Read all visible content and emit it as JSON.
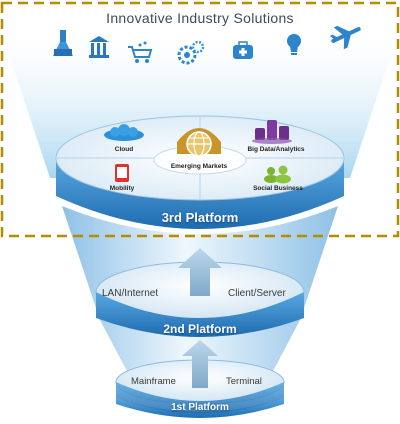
{
  "title": "Innovative Industry Solutions",
  "industry_icons": [
    "flask-icon",
    "bank-icon",
    "shopping-cart-icon",
    "gears-icon",
    "medical-kit-icon",
    "lightbulb-icon",
    "airplane-icon"
  ],
  "platform3": {
    "prefix": "3rd",
    "suffix": "Platform",
    "segments": {
      "cloud": "Cloud",
      "big_data": "Big Data/Analytics",
      "mobility": "Mobility",
      "social": "Social Business",
      "center": "Emerging Markets"
    }
  },
  "platform2": {
    "prefix": "2nd",
    "suffix": "Platform",
    "left": "LAN/Internet",
    "right": "Client/Server"
  },
  "platform1": {
    "prefix": "1st",
    "suffix": "Platform",
    "left": "Mainframe",
    "right": "Terminal"
  },
  "colors": {
    "frame_dash": "#b58b00",
    "disc_blue": "#3f8fcf",
    "cloud_blue": "#2d8fd8",
    "big_data_purple": "#6b2f8e",
    "social_green": "#7ab52c",
    "mobility_red": "#e0322b",
    "globe_gold": "#c9952a"
  }
}
